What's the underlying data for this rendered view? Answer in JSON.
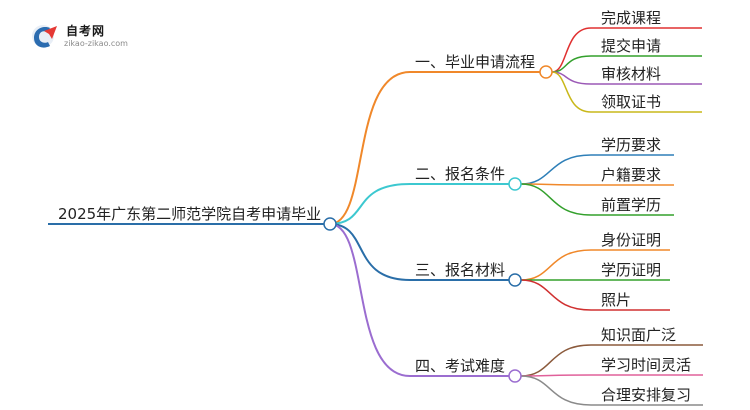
{
  "brand": {
    "name": "自考网",
    "url": "zikao-zikao.com"
  },
  "root": {
    "label": "2025年广东第二师范学院自考申请毕业"
  },
  "branches": [
    {
      "label": "一、毕业申请流程",
      "color": "#f0882a",
      "children": [
        {
          "label": "完成课程",
          "color": "#e03030"
        },
        {
          "label": "提交申请",
          "color": "#33a02c"
        },
        {
          "label": "审核材料",
          "color": "#9b59b6"
        },
        {
          "label": "领取证书",
          "color": "#c9b81a"
        }
      ]
    },
    {
      "label": "二、报名条件",
      "color": "#3cc8d0",
      "children": [
        {
          "label": "学历要求",
          "color": "#2e7fb8"
        },
        {
          "label": "户籍要求",
          "color": "#f0882a"
        },
        {
          "label": "前置学历",
          "color": "#33a02c"
        }
      ]
    },
    {
      "label": "三、报名材料",
      "color": "#2a6ea8",
      "children": [
        {
          "label": "身份证明",
          "color": "#f0882a"
        },
        {
          "label": "学历证明",
          "color": "#33a02c"
        },
        {
          "label": "照片",
          "color": "#d03030"
        }
      ]
    },
    {
      "label": "四、考试难度",
      "color": "#9b6dd0",
      "children": [
        {
          "label": "知识面广泛",
          "color": "#8b5a3c"
        },
        {
          "label": "学习时间灵活",
          "color": "#e0609a"
        },
        {
          "label": "合理安排复习",
          "color": "#8a8a8a"
        }
      ]
    }
  ]
}
